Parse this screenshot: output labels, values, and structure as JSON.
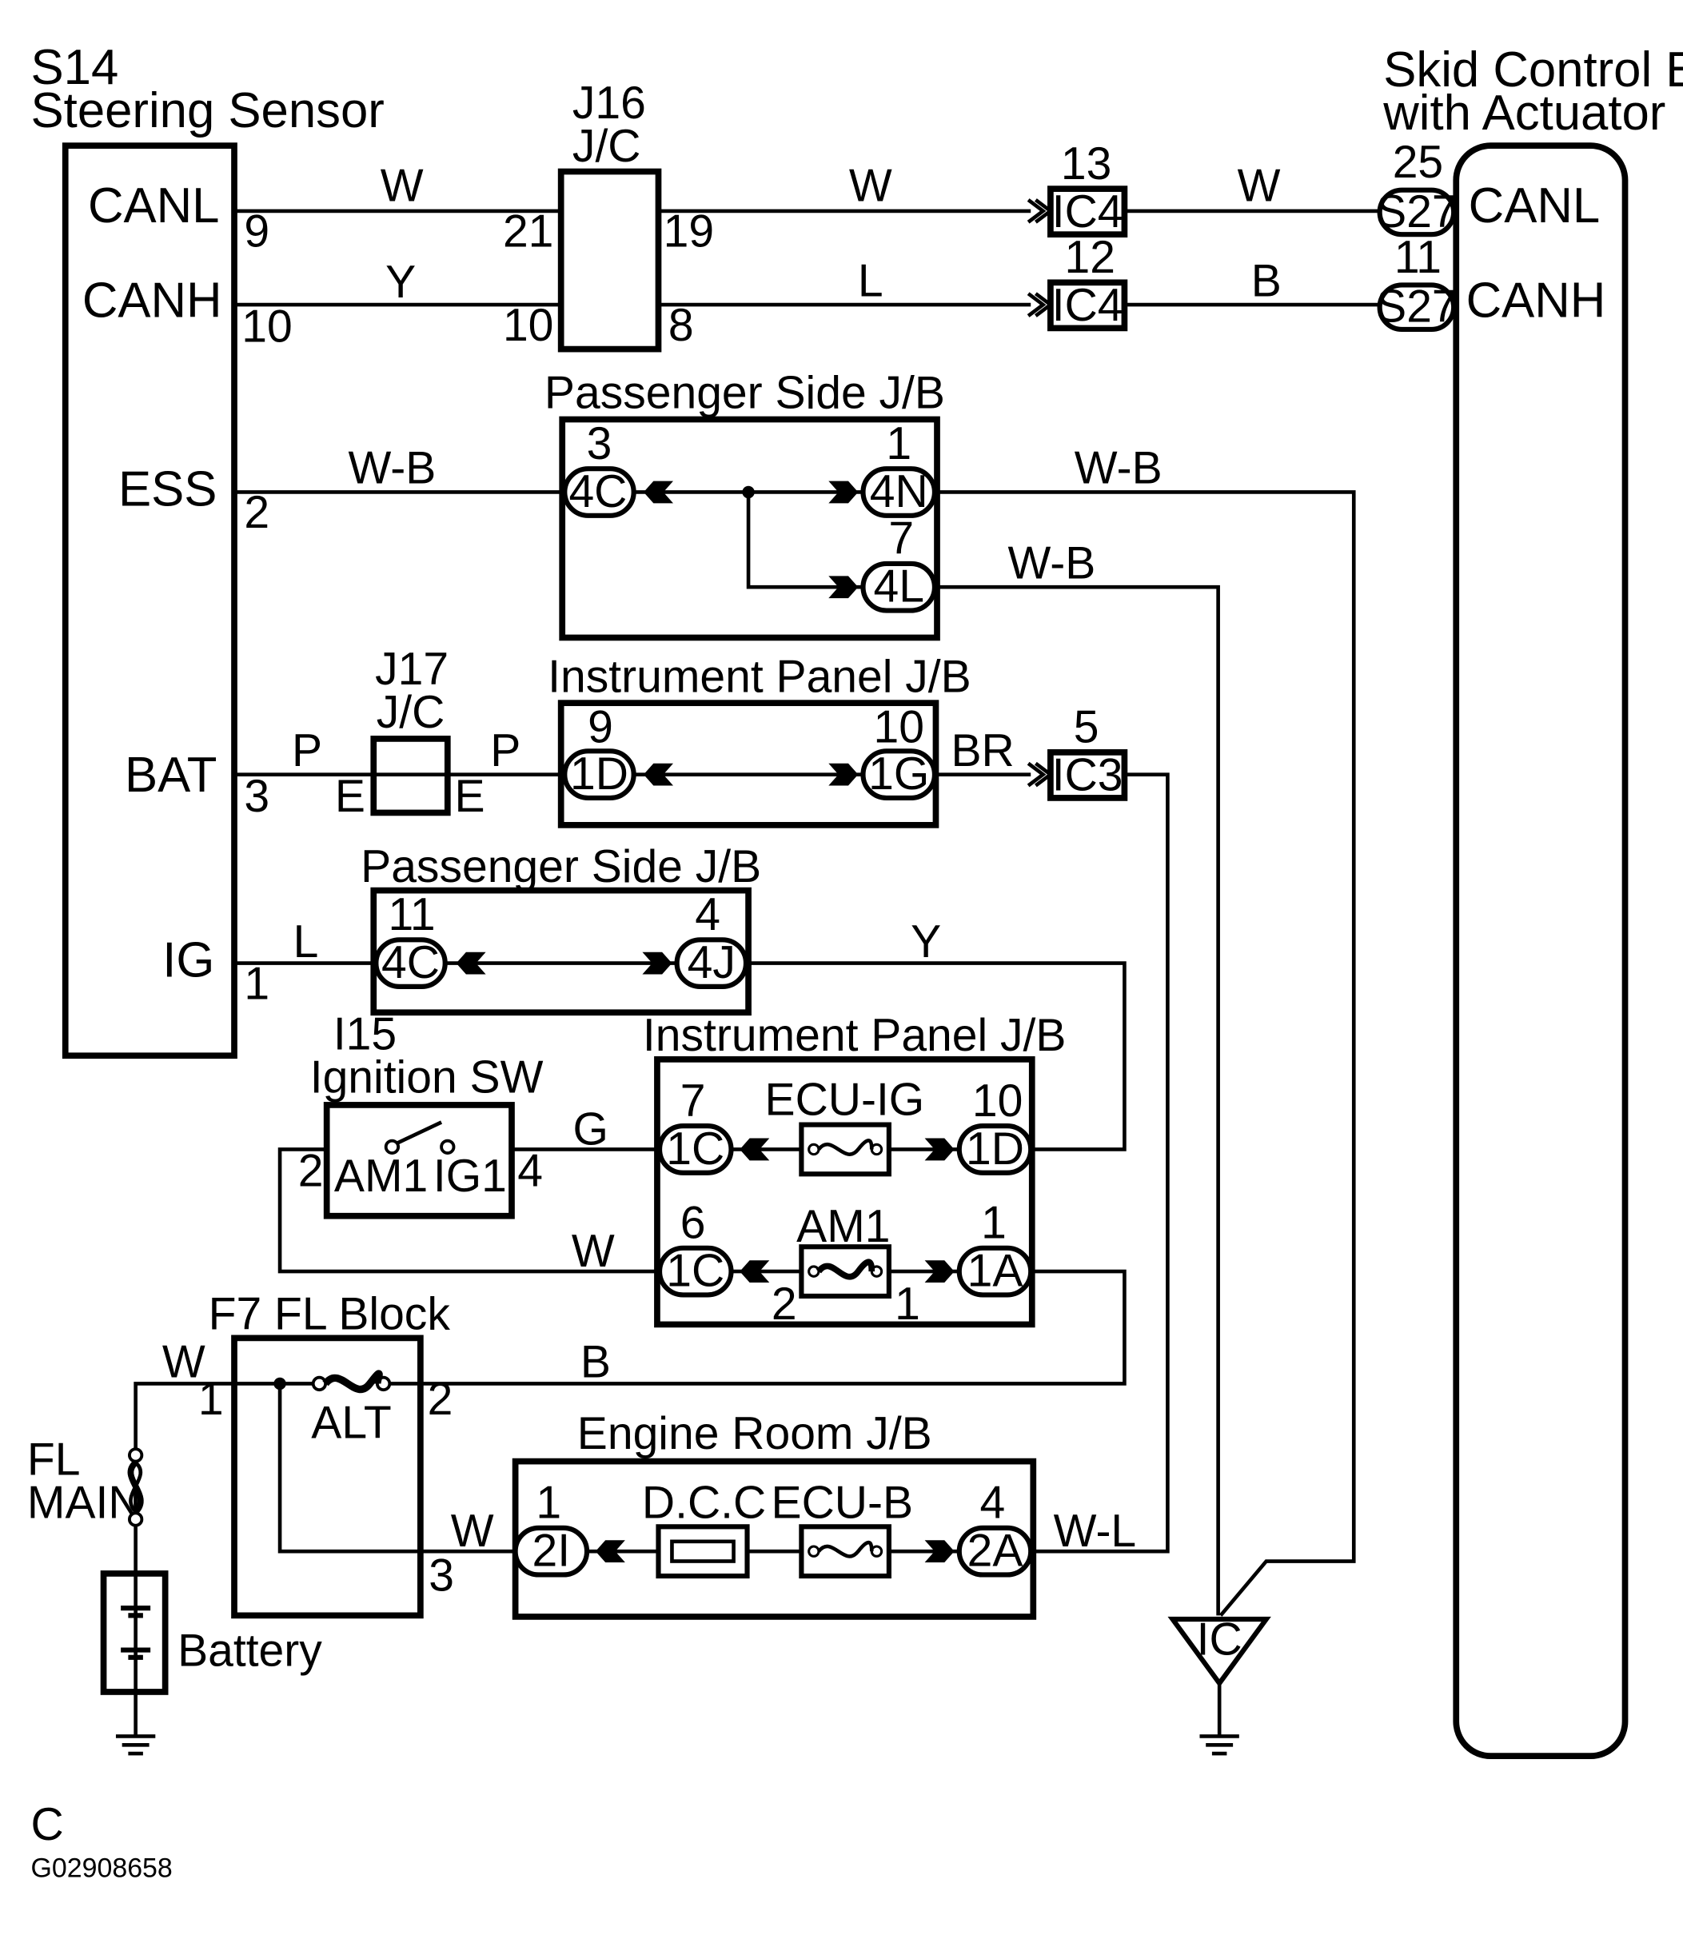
{
  "components": {
    "s14": {
      "code": "S14",
      "name": "Steering Sensor",
      "pins": [
        {
          "label": "CANL",
          "num": "9"
        },
        {
          "label": "CANH",
          "num": "10"
        },
        {
          "label": "ESS",
          "num": "2"
        },
        {
          "label": "BAT",
          "num": "3"
        },
        {
          "label": "IG",
          "num": "1"
        }
      ]
    },
    "j16": {
      "code": "J16",
      "name": "J/C",
      "pins": [
        "21",
        "19",
        "10",
        "8"
      ]
    },
    "ecu": {
      "name_line1": "Skid Control ECU",
      "name_line2": "with Actuator",
      "pins": [
        {
          "label": "CANL",
          "num": "25",
          "conn": "S27"
        },
        {
          "label": "CANH",
          "num": "11",
          "conn": "S27"
        }
      ]
    },
    "ic4": {
      "label": "IC4",
      "pins": [
        "13",
        "12"
      ]
    },
    "passenger_jb_1": {
      "title": "Passenger Side J/B",
      "connectors": [
        {
          "label": "4C",
          "num": "3"
        },
        {
          "label": "4N",
          "num": "1"
        },
        {
          "label": "4L",
          "num": "7"
        }
      ]
    },
    "j17": {
      "code": "J17",
      "name": "J/C",
      "pin_left": "E",
      "pin_right": "E"
    },
    "instrument_jb_1": {
      "title": "Instrument Panel J/B",
      "connectors": [
        {
          "label": "1D",
          "num": "9"
        },
        {
          "label": "1G",
          "num": "10"
        }
      ]
    },
    "ic3": {
      "label": "IC3",
      "num": "5"
    },
    "passenger_jb_2": {
      "title": "Passenger Side J/B",
      "connectors": [
        {
          "label": "4C",
          "num": "11"
        },
        {
          "label": "4J",
          "num": "4"
        }
      ]
    },
    "ignition_sw": {
      "code": "I15",
      "name": "Ignition SW",
      "left_label": "AM1",
      "right_label": "IG1",
      "left_num": "2",
      "right_num": "4"
    },
    "instrument_jb_2": {
      "title": "Instrument Panel J/B",
      "fuse1": "ECU-IG",
      "fuse2": "AM1",
      "connectors": [
        {
          "label": "1C",
          "num": "7"
        },
        {
          "label": "1D",
          "num": "10"
        },
        {
          "label": "1C",
          "num": "6"
        },
        {
          "label": "1A",
          "num": "1"
        }
      ],
      "fuse2_pins": [
        "2",
        "1"
      ]
    },
    "fl_block": {
      "title": "F7 FL Block",
      "fuse": "ALT",
      "pins": [
        "1",
        "2",
        "3"
      ]
    },
    "fl_main": {
      "line1": "FL",
      "line2": "MAIN"
    },
    "battery": {
      "label": "Battery"
    },
    "engine_jb": {
      "title": "Engine Room J/B",
      "fuse1": "D.C.C",
      "fuse2": "ECU-B",
      "connectors": [
        {
          "label": "2I",
          "num": "1"
        },
        {
          "label": "2A",
          "num": "4"
        }
      ]
    },
    "ground_ic": {
      "label": "IC"
    }
  },
  "wire_colors": {
    "canl_1": "W",
    "canl_2": "W",
    "canl_3": "W",
    "canh_1": "Y",
    "canh_2": "L",
    "canh_3": "B",
    "ess_1": "W-B",
    "ess_2": "W-B",
    "ess_3": "W-B",
    "bat_1": "P",
    "bat_2": "P",
    "bat_3": "BR",
    "ig_1": "L",
    "ig_2": "Y",
    "sw_g": "G",
    "sw_w": "W",
    "fl_w": "W",
    "fl_b": "B",
    "fl_w2": "W",
    "engine_wl": "W-L"
  },
  "footer": {
    "corner_letter": "C",
    "figure_code": "G02908658"
  }
}
